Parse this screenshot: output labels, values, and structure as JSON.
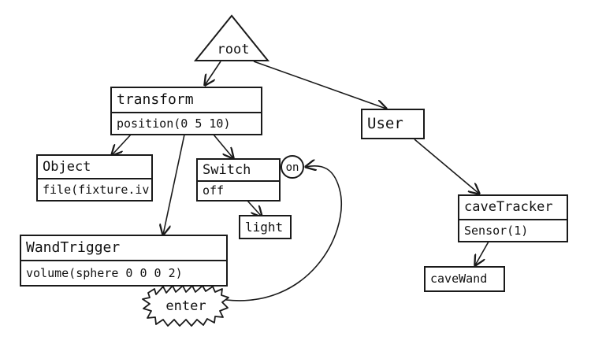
{
  "diagram": {
    "root": {
      "label": "root"
    },
    "transform": {
      "title": "transform",
      "field": "position(0 5 10)"
    },
    "object": {
      "title": "Object",
      "field": "file(fixture.iv)"
    },
    "switch": {
      "title": "Switch",
      "field": "off",
      "badge": "on"
    },
    "light": {
      "label": "light"
    },
    "wand_trigger": {
      "title": "WandTrigger",
      "field": "volume(sphere 0 0 0 2)"
    },
    "enter": {
      "label": "enter"
    },
    "user": {
      "label": "User"
    },
    "cave_tracker": {
      "title": "caveTracker",
      "field": "Sensor(1)"
    },
    "cave_wand": {
      "label": "caveWand"
    }
  }
}
